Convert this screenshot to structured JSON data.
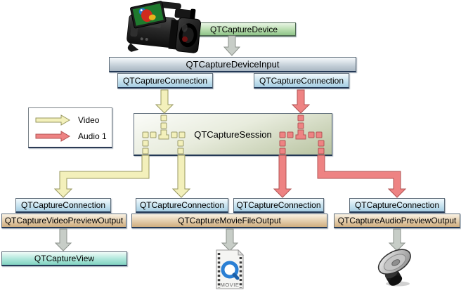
{
  "nodes": {
    "device": "QTCaptureDevice",
    "device_input": "QTCaptureDeviceInput",
    "conn_input_video": "QTCaptureConnection",
    "conn_input_audio": "QTCaptureConnection",
    "session": "QTCaptureSession",
    "conn_video_preview": "QTCaptureConnection",
    "conn_movie_video": "QTCaptureConnection",
    "conn_movie_audio": "QTCaptureConnection",
    "conn_audio_preview": "QTCaptureConnection",
    "video_preview_output": "QTCaptureVideoPreviewOutput",
    "movie_file_output": "QTCaptureMovieFileOutput",
    "audio_preview_output": "QTCaptureAudioPreviewOutput",
    "capture_view": "QTCaptureView"
  },
  "legend": {
    "video_label": "Video",
    "audio_label": "Audio 1"
  },
  "icons": {
    "camcorder": "camcorder-icon",
    "movie_file": "quicktime-movie-file-icon",
    "movie_label": "MOVIE",
    "speaker": "speaker-icon"
  },
  "colors": {
    "video_arrow_fill": "#f3f0bb",
    "video_arrow_stroke": "#97975f",
    "audio_arrow_fill": "#ee8383",
    "audio_arrow_stroke": "#b25454",
    "neutral_arrow_fill": "#c7cdc7",
    "box_shadow_edge": "#233855"
  }
}
